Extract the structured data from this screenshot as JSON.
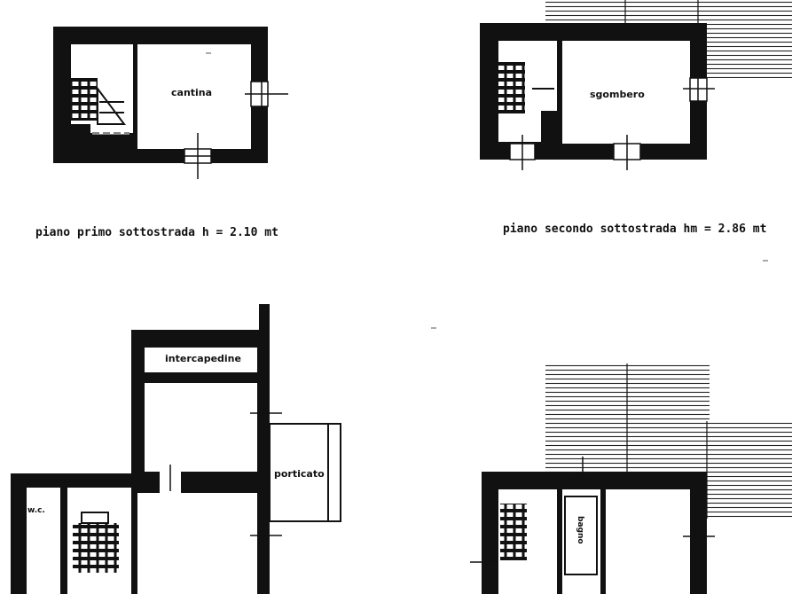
{
  "labels": {
    "cantina": "cantina",
    "sgombero": "sgombero",
    "intercapedine": "intercapedine",
    "porticato": "porticato",
    "wc": "w.c.",
    "bagno": "bagno"
  },
  "captions": {
    "first_underground": "piano primo sottostrada h = 2.10 mt",
    "second_underground": "piano secondo sottostrada hm = 2.86 mt"
  },
  "colors": {
    "wall": "#111111",
    "hatch": "#222222",
    "line": "#111111"
  }
}
